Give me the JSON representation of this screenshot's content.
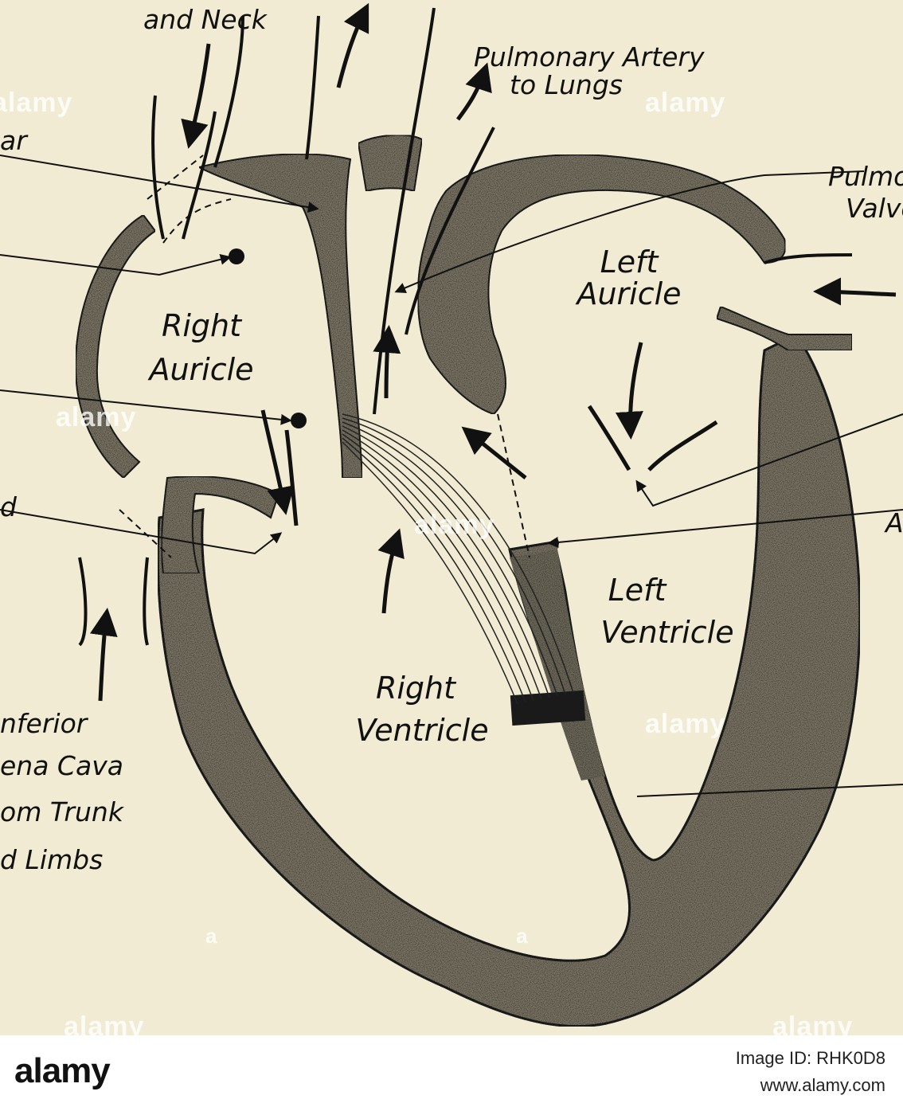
{
  "labels": {
    "neck_fragment": "and Neck",
    "ar_fragment": "ar",
    "pulmonary_artery_1": "Pulmonary Artery",
    "pulmonary_artery_2": "to Lungs",
    "pulmonary_valve_1": "Pulmona",
    "pulmonary_valve_2": "Valve",
    "left_auricle_1": "Left",
    "left_auricle_2": "Auricle",
    "right_auricle_1": "Right",
    "right_auricle_2": "Auricle",
    "left_ventricle_1": "Left",
    "left_ventricle_2": "Ventricle",
    "right_ventricle_1": "Right",
    "right_ventricle_2": "Ventricle",
    "inferior_1": "nferior",
    "inferior_2": "ena Cava",
    "inferior_3": "om Trunk",
    "inferior_4": "d Limbs",
    "a_fragment": "A",
    "d_fragment": "d"
  },
  "watermark": {
    "text": "alamy",
    "small": "a"
  },
  "footer": {
    "logo": "alamy",
    "image_id": "Image ID: RHK0D8",
    "url": "www.alamy.com"
  },
  "colors": {
    "background": "#f1ebd3",
    "muscle": "#6e6a5c",
    "ink": "#111111"
  }
}
